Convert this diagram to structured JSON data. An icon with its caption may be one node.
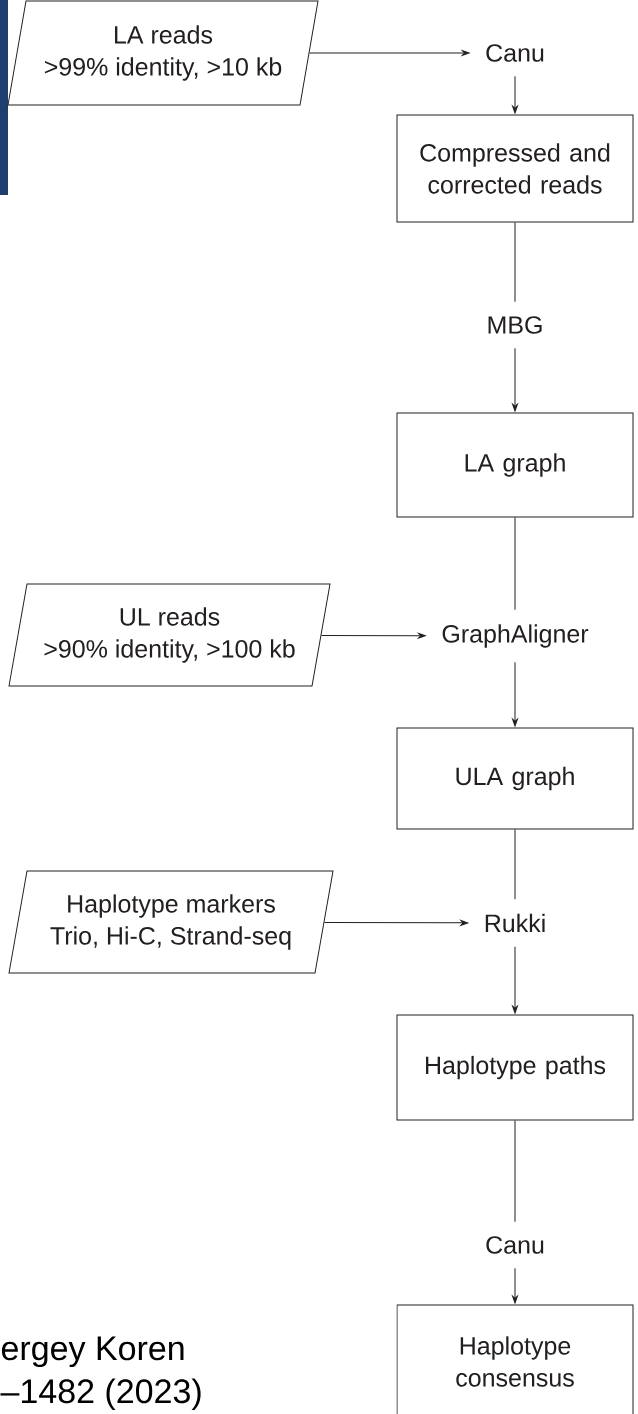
{
  "diagram": {
    "nodes": [
      {
        "text": [
          "LA reads",
          ">99% identity, >10 kb"
        ]
      },
      {
        "text": [
          "Canu"
        ]
      },
      {
        "text": [
          "Compressed and corrected reads"
        ]
      },
      {
        "text": [
          "MBG"
        ]
      },
      {
        "text": [
          "LA graph"
        ]
      },
      {
        "text": [
          "UL reads",
          ">90% identity, >100 kb"
        ]
      },
      {
        "text": [
          "GraphAligner"
        ]
      },
      {
        "text": [
          "ULA graph"
        ]
      },
      {
        "text": [
          "Haplotype markers",
          "Trio, Hi-C, Strand-seq"
        ]
      },
      {
        "text": [
          "Rukki"
        ]
      },
      {
        "text": [
          "Haplotype paths"
        ]
      },
      {
        "text": [
          "Canu"
        ]
      },
      {
        "text": [
          "Haplotype consensus"
        ]
      }
    ],
    "edges": [
      {
        "from": 0,
        "to": 1,
        "arrow": "to"
      },
      {
        "from": 1,
        "to": 2,
        "arrow": "to"
      },
      {
        "from": 2,
        "to": 3,
        "arrow": "none"
      },
      {
        "from": 3,
        "to": 4,
        "arrow": "to"
      },
      {
        "from": 4,
        "to": 6,
        "arrow": "none"
      },
      {
        "from": 5,
        "to": 6,
        "arrow": "to"
      },
      {
        "from": 6,
        "to": 7,
        "arrow": "to"
      },
      {
        "from": 7,
        "to": 9,
        "arrow": "none"
      },
      {
        "from": 8,
        "to": 9,
        "arrow": "to"
      },
      {
        "from": 9,
        "to": 10,
        "arrow": "to"
      },
      {
        "from": 10,
        "to": 11,
        "arrow": "none"
      },
      {
        "from": 11,
        "to": 12,
        "arrow": "to"
      }
    ],
    "labels": [
      "ergey Koren",
      "–1482 (2023)"
    ]
  }
}
